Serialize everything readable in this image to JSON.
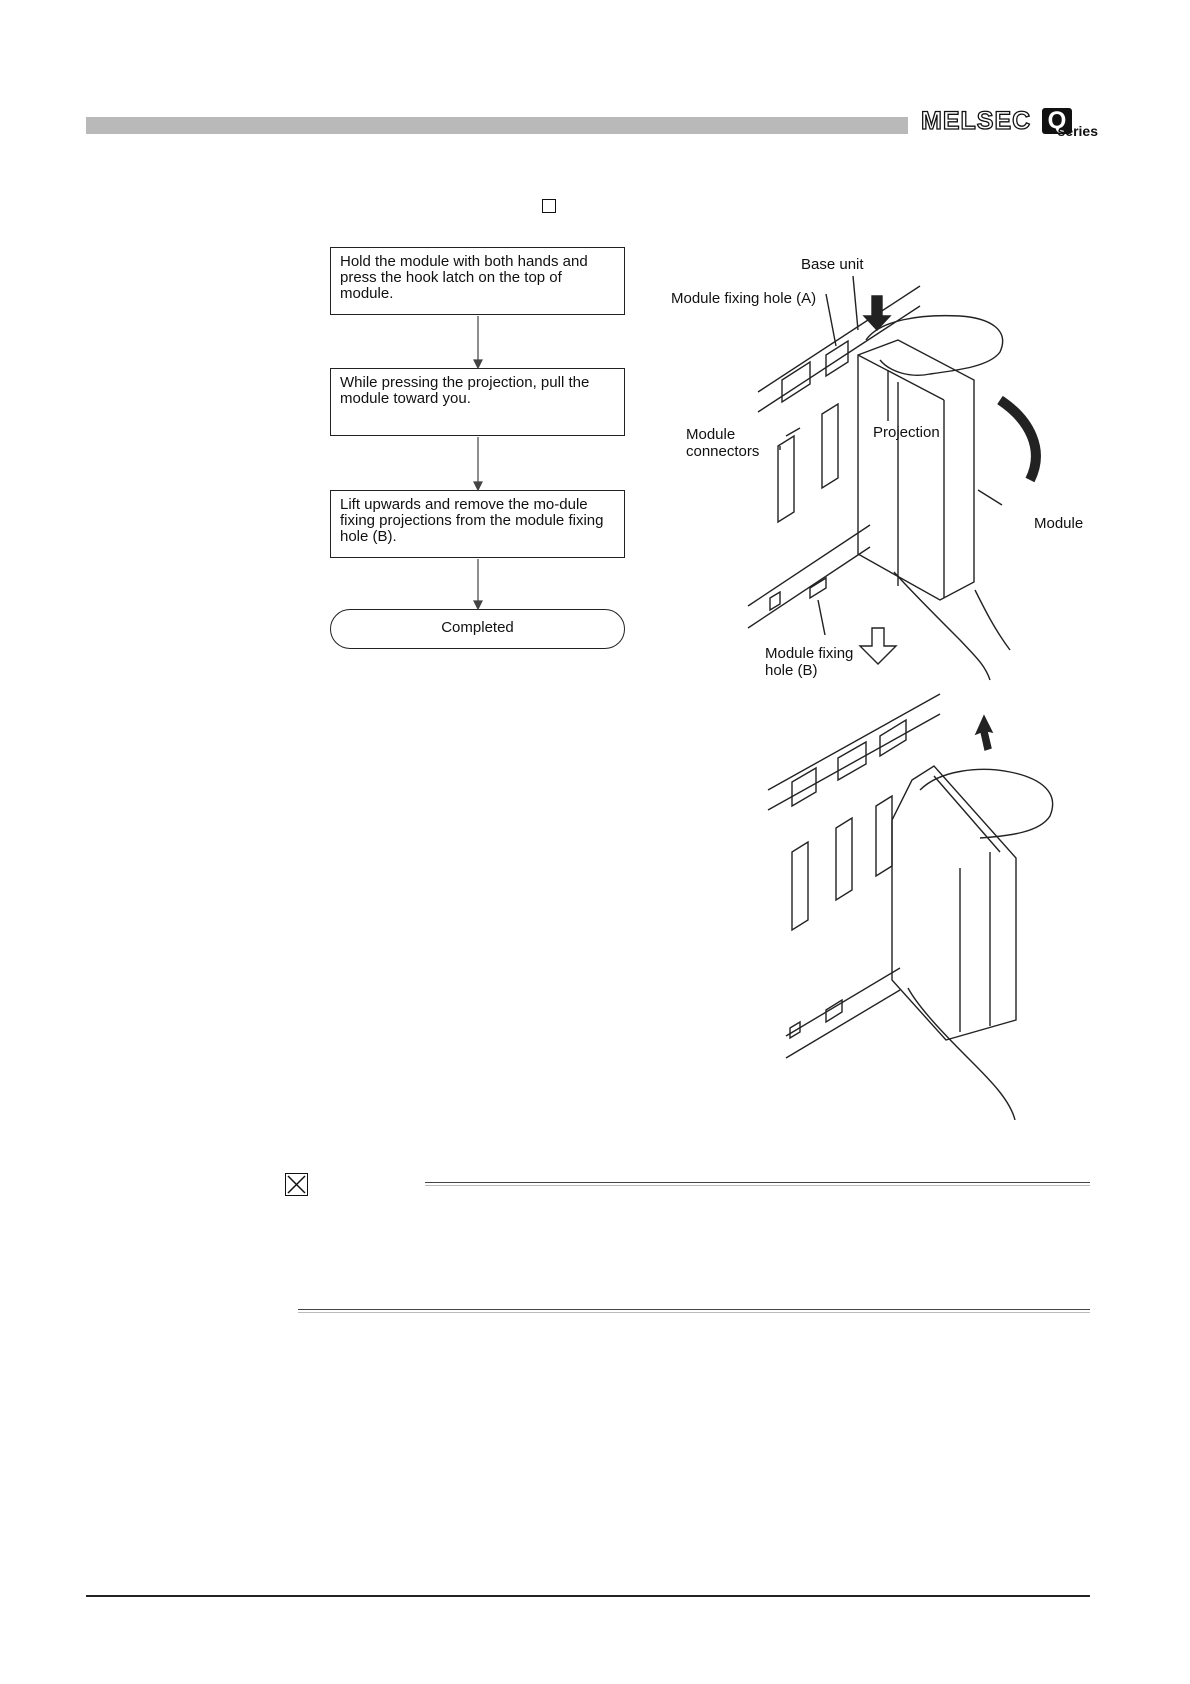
{
  "header": {
    "logo_text": "MELSEC",
    "logo_q": "Q",
    "logo_series": "series"
  },
  "flowchart": {
    "steps": [
      "Hold the module with both hands and press the hook latch on the top of module.",
      "While pressing the projection, pull the module toward you.",
      "Lift upwards and remove the mo-dule fixing projections from the module fixing hole (B)."
    ],
    "end_label": "Completed"
  },
  "figure": {
    "base_unit": "Base unit",
    "fixing_hole_a": "Module fixing hole (A)",
    "projection": "Projection",
    "connectors_line1": "Module",
    "connectors_line2": "connectors",
    "module": "Module",
    "fixing_hole_b_line1": "Module fixing",
    "fixing_hole_b_line2": "hole (B)"
  }
}
